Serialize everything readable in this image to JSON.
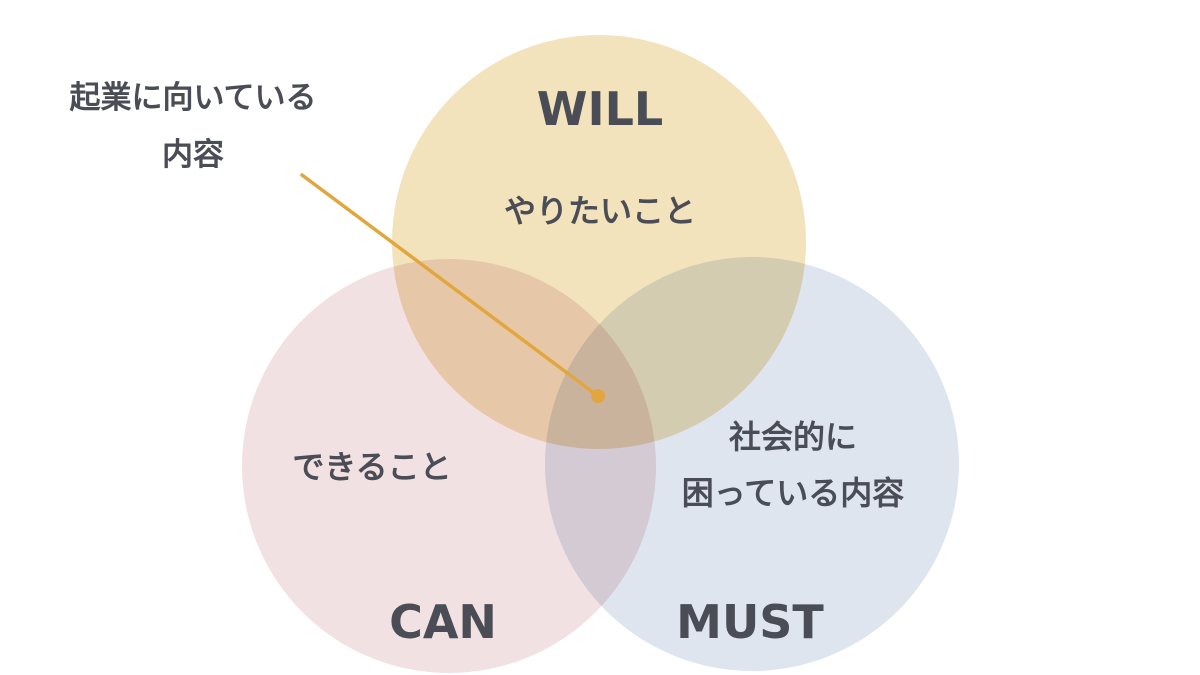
{
  "colors": {
    "will_fill": "#f3e3bd",
    "can_fill": "#f2e1e3",
    "must_fill": "#dfe5ee",
    "text": "#4a4d55",
    "accent": "#e2a63e"
  },
  "will": {
    "title": "WILL",
    "subtitle": "やりたいこと"
  },
  "can": {
    "title": "CAN",
    "subtitle": "できること"
  },
  "must": {
    "title": "MUST",
    "subtitle_line1": "社会的に",
    "subtitle_line2": "困っている内容"
  },
  "callout": {
    "line1": "起業に向いている",
    "line2": "内容"
  }
}
